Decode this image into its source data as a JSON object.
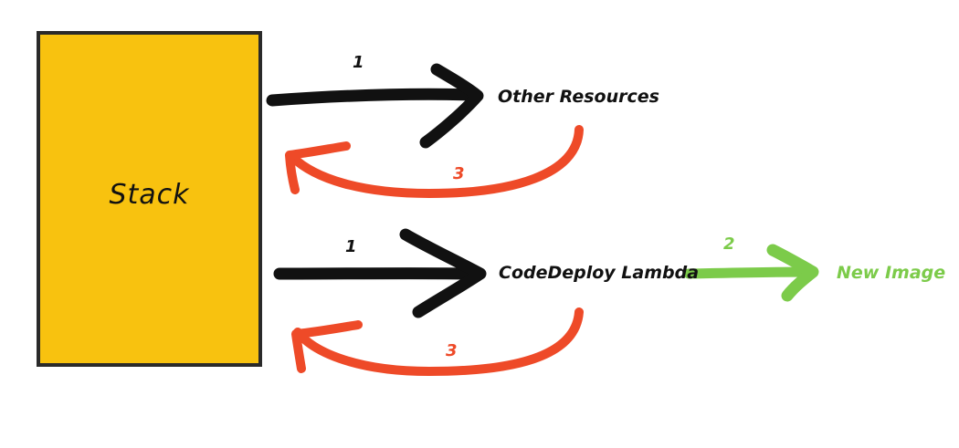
{
  "stack": {
    "label": "Stack",
    "fill_color": "#F8C20F",
    "border_color": "#2a2a2a"
  },
  "nodes": {
    "other_resources": "Other Resources",
    "codedeploy_lambda": "CodeDeploy Lambda",
    "new_image": "New Image"
  },
  "steps": {
    "create_other_resources": "1",
    "create_codedeploy_lambda": "1",
    "lambda_creates_image": "2",
    "other_resources_return": "3",
    "lambda_return": "3"
  },
  "colors": {
    "step1": "#111111",
    "step2": "#7CCB4A",
    "step3": "#EE4A28"
  }
}
